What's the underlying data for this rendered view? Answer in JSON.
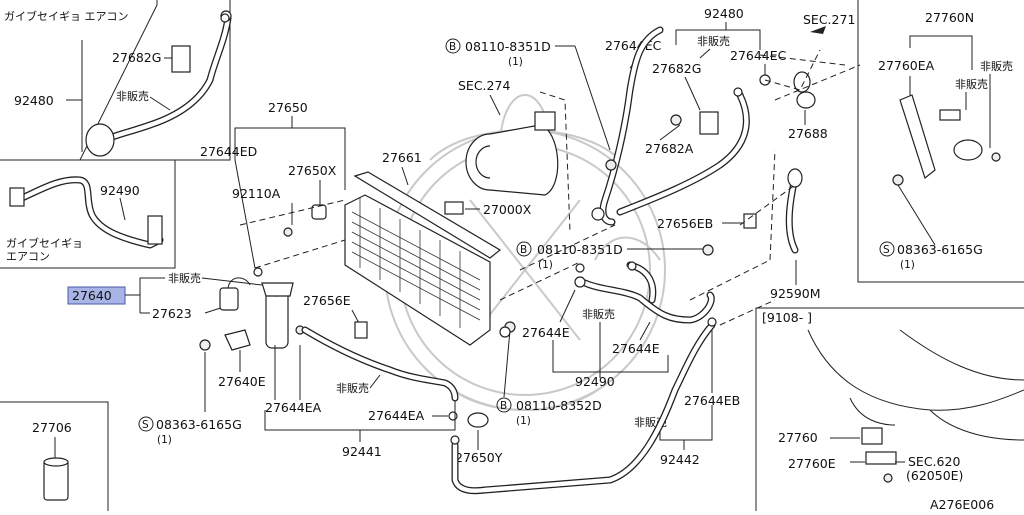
{
  "callouts": {
    "c_92480_top": "92480",
    "c_27760N": "27760N",
    "c_sec271": "SEC.271",
    "c_27644EC_a": "27644EC",
    "c_27644EC_b": "27644EC",
    "c_08110_8351D_a": "08110-8351D",
    "c_08110_8351D_a_qty": "(1)",
    "c_hanbai_top": "非販売",
    "c_27682G_mid": "27682G",
    "c_sec274": "SEC.274",
    "c_27688": "27688",
    "c_27682A": "27682A",
    "c_27760EA": "27760EA",
    "c_hanbai_27760a": "非販売",
    "c_hanbai_27760b": "非販売",
    "c_27650": "27650",
    "c_27644ED": "27644ED",
    "c_27661": "27661",
    "c_27650X": "27650X",
    "c_92110A": "92110A",
    "c_27000X": "27000X",
    "c_27656EB": "27656EB",
    "c_08110_8351D_b": "08110-8351D",
    "c_08110_8351D_b_qty": "(1)",
    "c_08363_6165G_a": "08363-6165G",
    "c_08363_6165G_a_qty": "(1)",
    "c_27640": "27640",
    "c_hanbai_27640": "非販売",
    "c_27623": "27623",
    "c_27656E": "27656E",
    "c_27644E_a": "27644E",
    "c_hanbai_mid": "非販売",
    "c_27644E_b": "27644E",
    "c_92590M": "92590M",
    "c_9108": "[9108-    ]",
    "c_27640E": "27640E",
    "c_hanbai_bottom": "非販売",
    "c_92490_bottom": "92490",
    "c_27644EB": "27644EB",
    "c_27644EA_a": "27644EA",
    "c_27644EA_b": "27644EA",
    "c_08110_8352D": "08110-8352D",
    "c_08110_8352D_qty": "(1)",
    "c_08363_6165G_b": "08363-6165G",
    "c_08363_6165G_b_qty": "(1)",
    "c_27706": "27706",
    "c_92441": "92441",
    "c_27650Y": "27650Y",
    "c_hanbai_92442": "非販売",
    "c_92442": "92442",
    "c_27760": "27760",
    "c_27760E": "27760E",
    "c_sec620": "SEC.620",
    "c_sec620_sub": "(62050E)",
    "c_diagram_code": "A276E006"
  },
  "inset_top_left": {
    "label_jp": "ガイブセイギョ  エアコン",
    "c_27682G": "27682G",
    "c_92480": "92480",
    "c_hanbai": "非販売"
  },
  "inset_mid_left": {
    "c_92490": "92490",
    "label_jp_line1": "ガイブセイギョ",
    "label_jp_line2": "エアコン"
  },
  "symbols": {
    "s_marker": "S",
    "b_marker": "B"
  },
  "highlight_color": "#a9b4e6"
}
